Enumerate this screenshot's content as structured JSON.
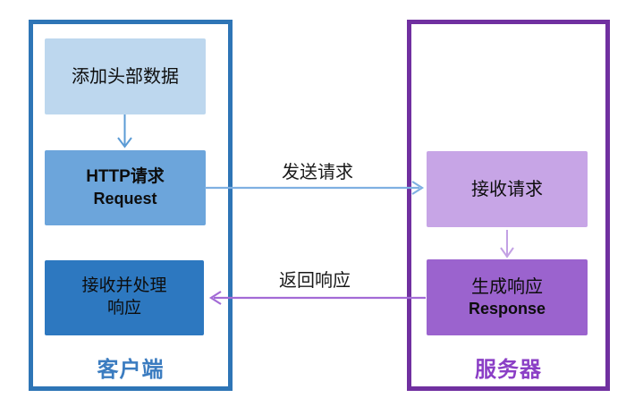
{
  "client": {
    "label": "客户端",
    "add_header_box": "添加头部数据",
    "request_box_line1": "HTTP请求",
    "request_box_line2": "Request",
    "receive_box_line1": "接收并处理",
    "receive_box_line2": "响应"
  },
  "server": {
    "label": "服务器",
    "receive_request_box": "接收请求",
    "response_box_line1": "生成响应",
    "response_box_line2": "Response"
  },
  "arrows": {
    "send_request_label": "发送请求",
    "return_response_label": "返回响应"
  },
  "colors": {
    "client_border": "#2E75B6",
    "client_box_light": "#BDD7EE",
    "client_box_medium": "#6CA5DB",
    "client_box_dark": "#2D78C0",
    "client_label_text": "#3B7CC0",
    "server_border": "#7030A0",
    "server_box_light": "#C7A5E6",
    "server_box_dark": "#9B63CE",
    "server_label_text": "#8B3FC6",
    "arrow_blue_vertical": "#5B9BD5",
    "arrow_blue_horizontal": "#7FB0E2",
    "arrow_purple_vertical": "#C3A1E4",
    "arrow_purple_horizontal": "#A36BD6"
  }
}
